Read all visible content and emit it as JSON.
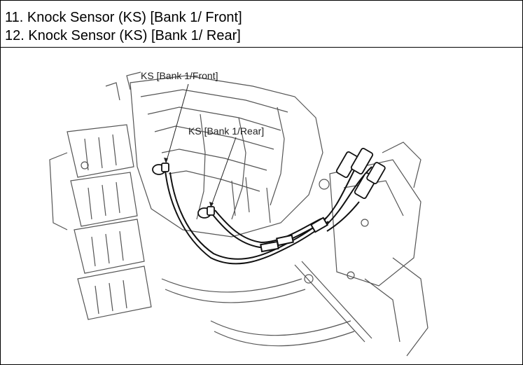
{
  "header": {
    "lines": [
      "11. Knock Sensor (KS) [Bank 1/ Front]",
      "12. Knock Sensor (KS) [Bank 1/ Rear]"
    ]
  },
  "figure": {
    "callouts": [
      "KS [Bank 1/Front]",
      "KS [Bank 1/Rear]"
    ]
  }
}
